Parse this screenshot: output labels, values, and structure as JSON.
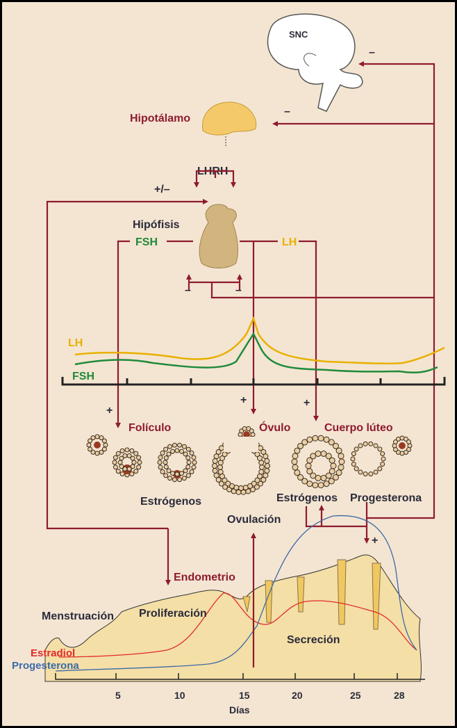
{
  "labels": {
    "snc": "SNC",
    "hipotalamo": "Hipotálamo",
    "lhrh": "LHRH",
    "plus_minus": "+/–",
    "hipofisis": "Hipófisis",
    "fsh": "FSH",
    "lh": "LH",
    "minus": "–",
    "plus": "+",
    "graph_lh": "LH",
    "graph_fsh": "FSH",
    "foliculo": "Folículo",
    "ovulo": "Óvulo",
    "cuerpo_luteo": "Cuerpo lúteo",
    "estrogenos_1": "Estrógenos",
    "estrogenos_2": "Estrógenos",
    "progesterona_1": "Progesterona",
    "ovulacion": "Ovulación",
    "endometrio": "Endometrio",
    "menstruacion": "Menstruación",
    "proliferacion": "Proliferación",
    "secrecion": "Secreción",
    "estradiol": "Estradiol",
    "progesterona_2": "Progesterona"
  },
  "axis": {
    "ticks": [
      "5",
      "10",
      "15",
      "20",
      "25",
      "28"
    ],
    "xlabel": "Días"
  },
  "colors": {
    "background": "#f4e5d2",
    "arrow": "#8e1b2e",
    "lh": "#e8b000",
    "fsh": "#1f8a3b",
    "estradiol": "#e02a2a",
    "progesterona": "#3b6aa8",
    "endometrium": "#f4dfa6"
  }
}
